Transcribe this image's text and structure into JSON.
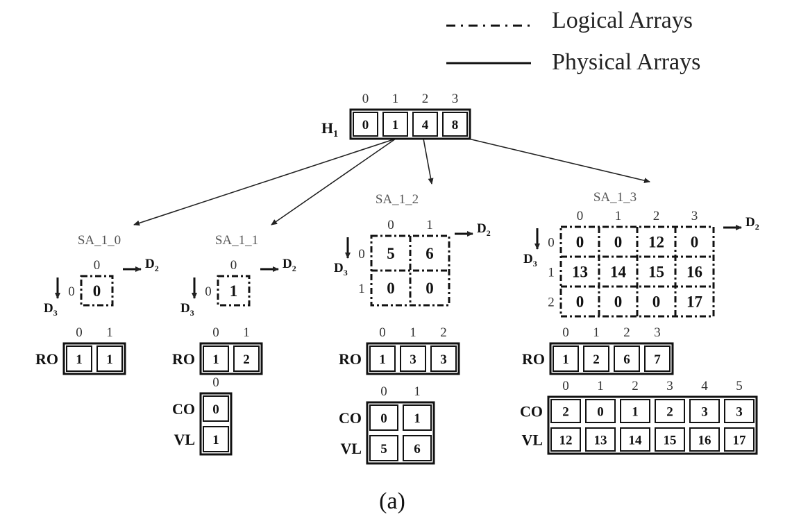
{
  "legend": {
    "logical": "Logical Arrays",
    "physical": "Physical Arrays"
  },
  "h1": {
    "label": "H1",
    "indices": [
      "0",
      "1",
      "2",
      "3"
    ],
    "values": [
      "0",
      "1",
      "4",
      "8"
    ]
  },
  "d2_label": "D2",
  "d3_label": "D3",
  "subarrays": [
    {
      "name": "SA_1_0",
      "cols": [
        "0"
      ],
      "rows": [
        "0"
      ],
      "grid": [
        [
          "0"
        ]
      ],
      "ro": {
        "label": "RO",
        "indices": [
          "0",
          "1"
        ],
        "values": [
          "1",
          "1"
        ]
      }
    },
    {
      "name": "SA_1_1",
      "cols": [
        "0"
      ],
      "rows": [
        "0"
      ],
      "grid": [
        [
          "1"
        ]
      ],
      "ro": {
        "label": "RO",
        "indices": [
          "0",
          "1"
        ],
        "values": [
          "1",
          "2"
        ]
      },
      "co": {
        "label": "CO",
        "indices": [
          "0"
        ],
        "values": [
          "0"
        ]
      },
      "vl": {
        "label": "VL",
        "values": [
          "1"
        ]
      }
    },
    {
      "name": "SA_1_2",
      "cols": [
        "0",
        "1"
      ],
      "rows": [
        "0",
        "1"
      ],
      "grid": [
        [
          "5",
          "6"
        ],
        [
          "0",
          "0"
        ]
      ],
      "ro": {
        "label": "RO",
        "indices": [
          "0",
          "1",
          "2"
        ],
        "values": [
          "1",
          "3",
          "3"
        ]
      },
      "co": {
        "label": "CO",
        "indices": [
          "0",
          "1"
        ],
        "values": [
          "0",
          "1"
        ]
      },
      "vl": {
        "label": "VL",
        "values": [
          "5",
          "6"
        ]
      }
    },
    {
      "name": "SA_1_3",
      "cols": [
        "0",
        "1",
        "2",
        "3"
      ],
      "rows": [
        "0",
        "1",
        "2"
      ],
      "grid": [
        [
          "0",
          "0",
          "12",
          "0"
        ],
        [
          "13",
          "14",
          "15",
          "16"
        ],
        [
          "0",
          "0",
          "0",
          "17"
        ]
      ],
      "ro": {
        "label": "RO",
        "indices": [
          "0",
          "1",
          "2",
          "3"
        ],
        "values": [
          "1",
          "2",
          "6",
          "7"
        ]
      },
      "co": {
        "label": "CO",
        "indices": [
          "0",
          "1",
          "2",
          "3",
          "4",
          "5"
        ],
        "values": [
          "2",
          "0",
          "1",
          "2",
          "3",
          "3"
        ]
      },
      "vl": {
        "label": "VL",
        "values": [
          "12",
          "13",
          "14",
          "15",
          "16",
          "17"
        ]
      }
    }
  ],
  "caption": "(a)"
}
